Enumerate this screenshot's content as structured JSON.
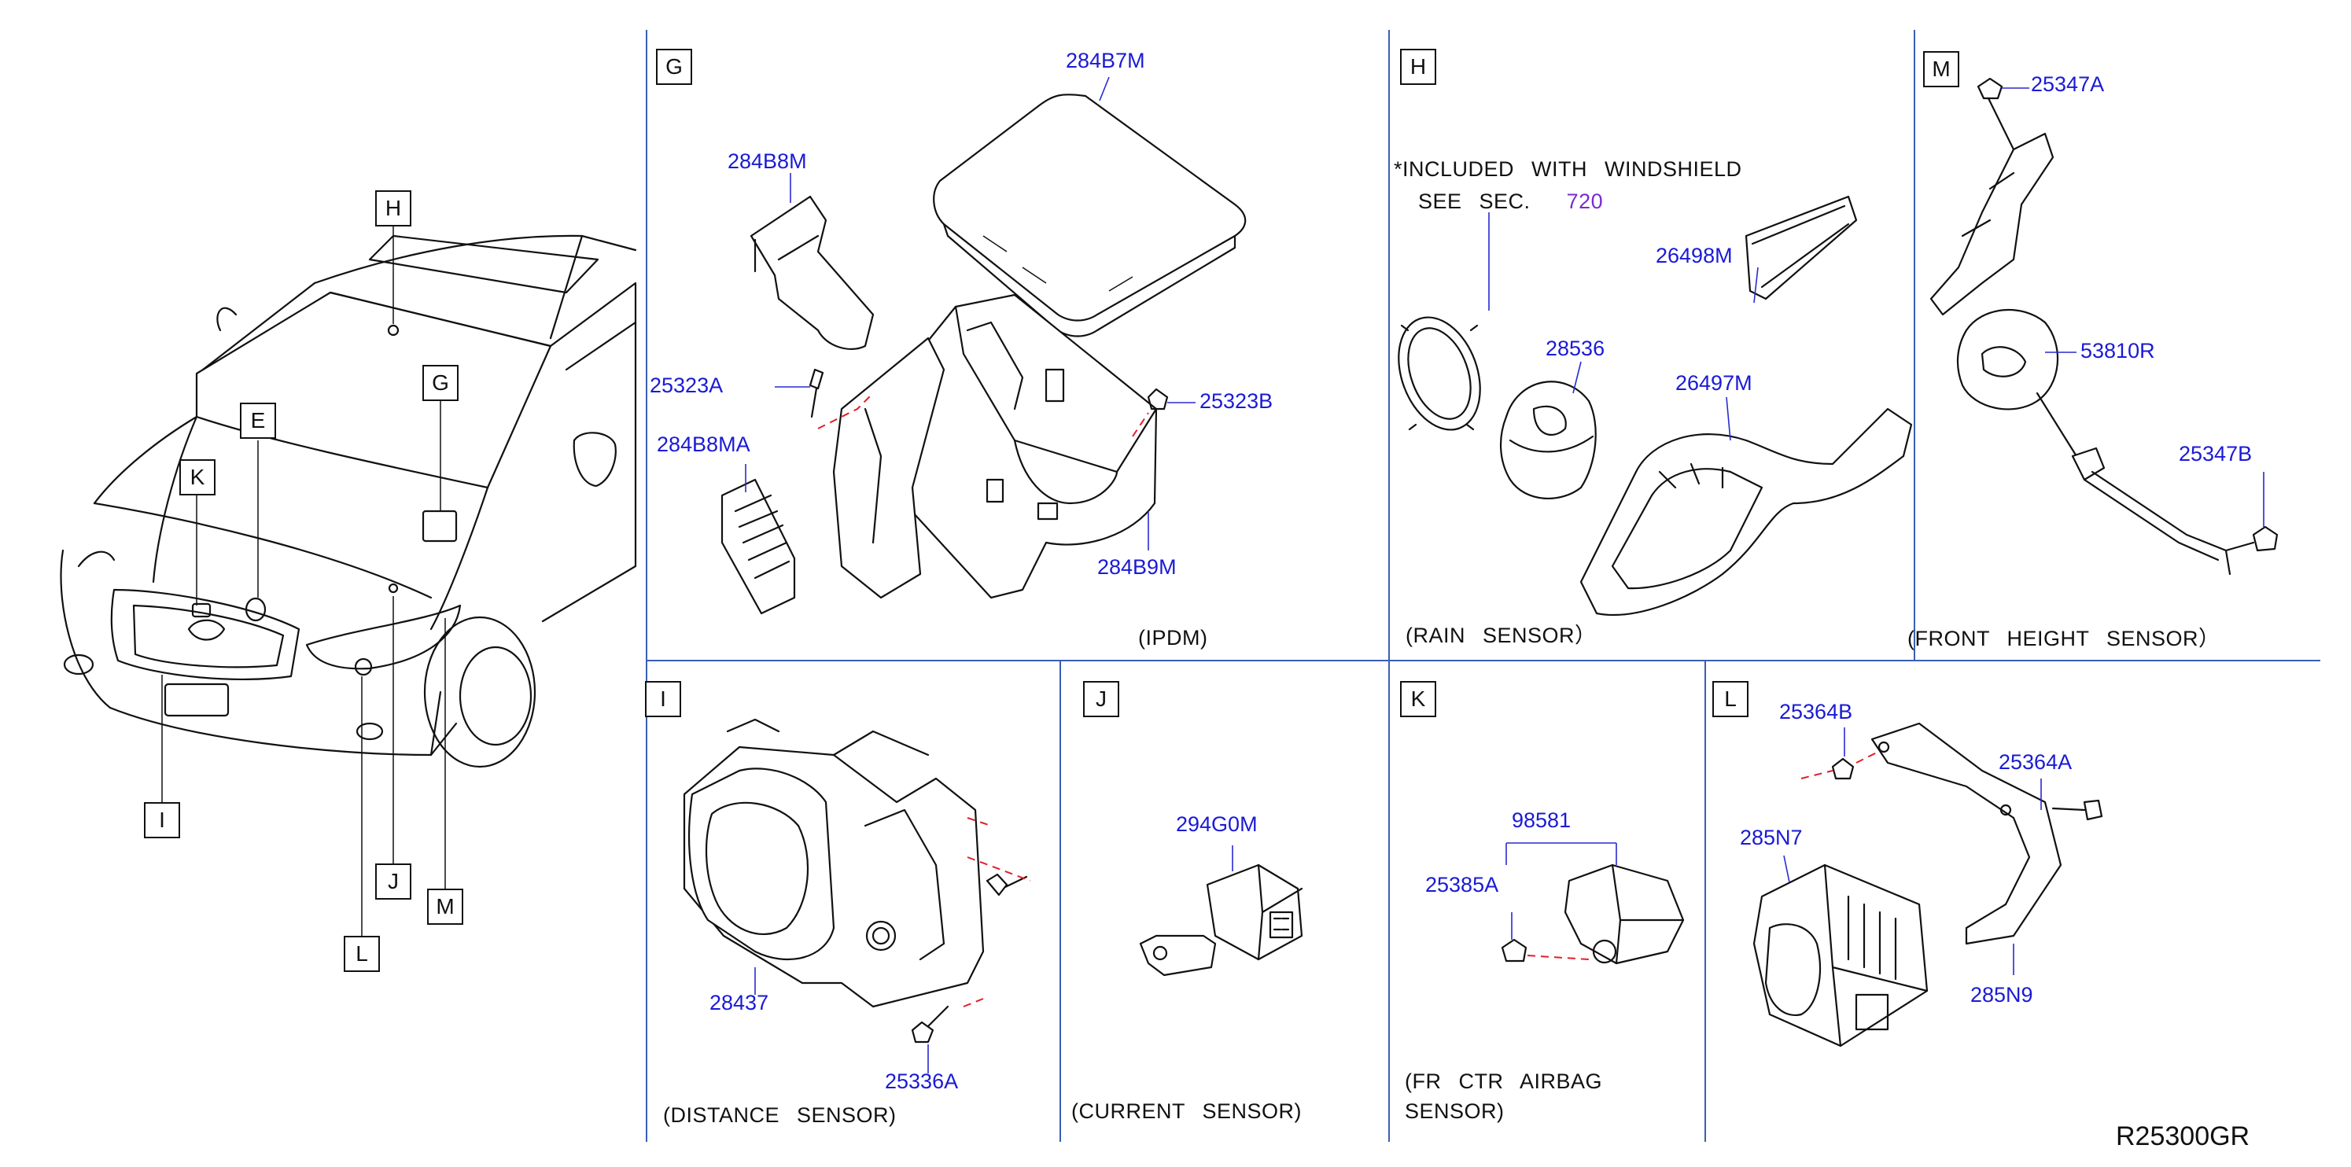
{
  "diagram_code": "R25300GR",
  "overview": {
    "callouts": [
      "H",
      "G",
      "E",
      "K",
      "I",
      "J",
      "L",
      "M"
    ]
  },
  "panels": {
    "G": {
      "letter": "G",
      "caption": "(IPDM)",
      "parts": [
        "284B7M",
        "284B8M",
        "25323A",
        "25323B",
        "284B8MA",
        "284B9M"
      ]
    },
    "H": {
      "letter": "H",
      "note_line1": "*INCLUDED WITH WINDSHIELD",
      "note_line2_prefix": "SEE SEC.",
      "note_line2_section": "720",
      "caption": "(RAIN SENSOR）",
      "parts": [
        "26498M",
        "28536",
        "26497M"
      ]
    },
    "M": {
      "letter": "M",
      "caption": "(FRONT HEIGHT SENSOR）",
      "parts": [
        "25347A",
        "53810R",
        "25347B"
      ]
    },
    "I": {
      "letter": "I",
      "caption": "(DISTANCE SENSOR)",
      "parts": [
        "28437",
        "25336A"
      ]
    },
    "J": {
      "letter": "J",
      "caption": "(CURRENT SENSOR)",
      "parts": [
        "294G0M"
      ]
    },
    "K": {
      "letter": "K",
      "caption_line1": "(FR CTR AIRBAG",
      "caption_line2": "SENSOR)",
      "parts": [
        "98581",
        "25385A"
      ]
    },
    "L": {
      "letter": "L",
      "parts": [
        "25364B",
        "25364A",
        "285N7",
        "285N9"
      ]
    }
  }
}
